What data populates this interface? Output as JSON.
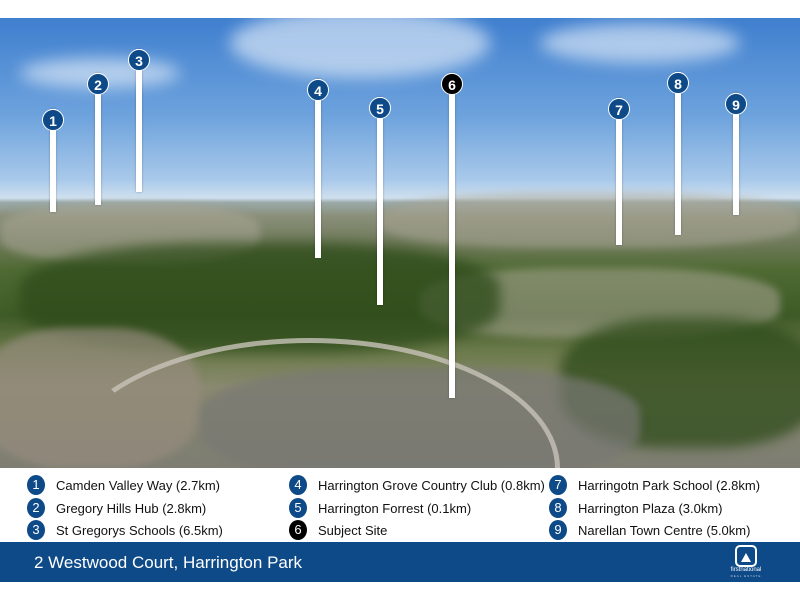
{
  "pins": [
    {
      "number": "1",
      "label": "Camden Valley Way (2.7km)"
    },
    {
      "number": "2",
      "label": "Gregory Hills Hub (2.8km)"
    },
    {
      "number": "3",
      "label": "St Gregorys Schools (6.5km)"
    },
    {
      "number": "4",
      "label": "Harrington Grove Country Club (0.8km)"
    },
    {
      "number": "5",
      "label": "Harrington Forrest (0.1km)"
    },
    {
      "number": "6",
      "label": "Subject Site"
    },
    {
      "number": "7",
      "label": "Harringotn Park School (2.8km)"
    },
    {
      "number": "8",
      "label": "Harrington Plaza (3.0km)"
    },
    {
      "number": "9",
      "label": "Narellan Town Centre (5.0km)"
    }
  ],
  "footer": {
    "address": "2 Westwood Court, Harrington Park",
    "logo_text": "firstnational",
    "logo_subtext": "REAL ESTATE"
  },
  "colors": {
    "brand": "#0e4a87",
    "subject_pin": "#000000"
  }
}
